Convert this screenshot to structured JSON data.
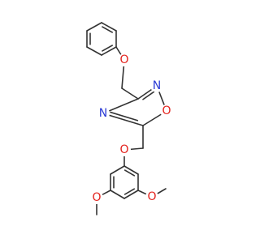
{
  "molecule": {
    "atoms": {
      "n_oxadiazole_top": {
        "symbol": "N"
      },
      "n_oxadiazole_left": {
        "symbol": "N"
      },
      "o_oxadiazole": {
        "symbol": "O"
      },
      "o_phenoxy_ether": {
        "symbol": "O"
      },
      "o_aryl_ether": {
        "symbol": "O"
      },
      "o_methoxy_left": {
        "symbol": "O"
      },
      "o_methoxy_right": {
        "symbol": "O"
      }
    }
  },
  "colors": {
    "bond": "#333333",
    "nitrogen": "#2b3bd6",
    "oxygen": "#e3211c",
    "background": "#ffffff"
  }
}
